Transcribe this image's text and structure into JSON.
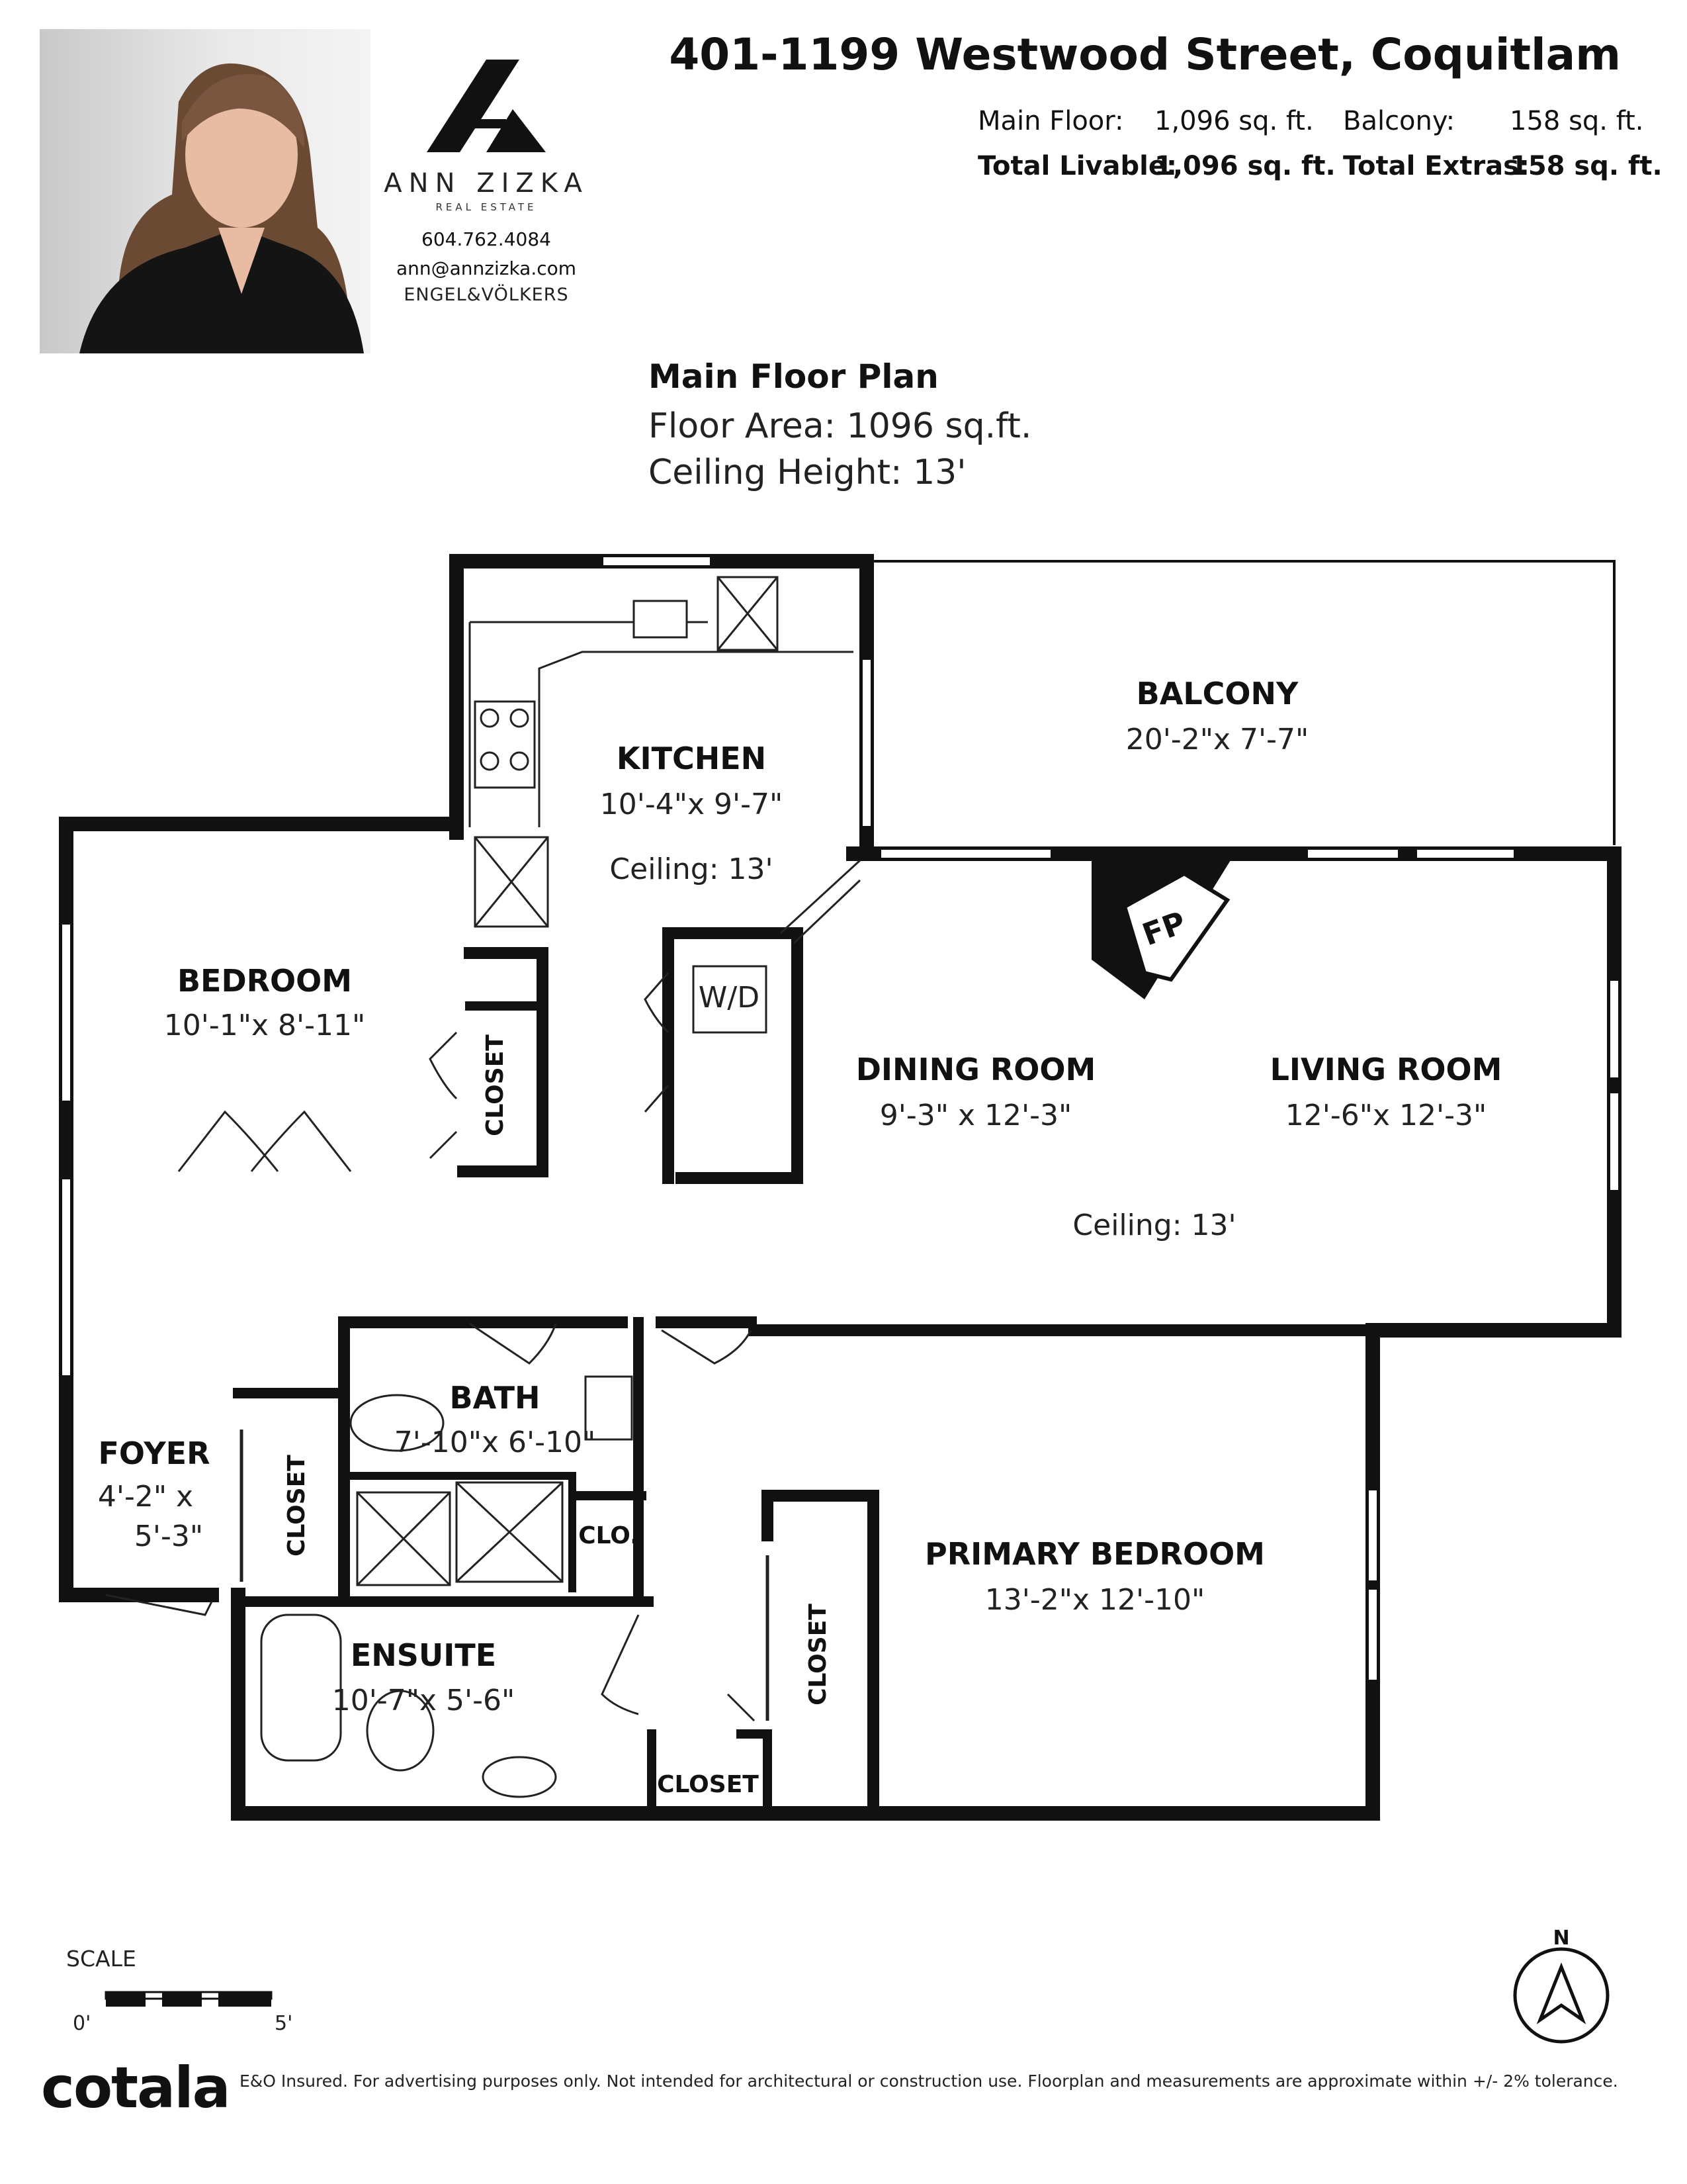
{
  "agent": {
    "brand_name": "ANN ZIZKA",
    "brand_sub": "REAL ESTATE",
    "phone": "604.762.4084",
    "email": "ann@annzizka.com",
    "brokerage": "ENGEL&VÖLKERS"
  },
  "property": {
    "address": "401-1199 Westwood Street, Coquitlam",
    "main_floor_label": "Main Floor:",
    "main_floor_value": "1,096 sq. ft.",
    "balcony_label": "Balcony:",
    "balcony_value": "158 sq. ft.",
    "total_livable_label": "Total Livable:",
    "total_livable_value": "1,096 sq. ft.",
    "total_extras_label": "Total Extras:",
    "total_extras_value": "158 sq. ft."
  },
  "plan": {
    "title": "Main Floor Plan",
    "floor_area": "Floor Area: 1096 sq.ft.",
    "ceiling_height": "Ceiling Height: 13'"
  },
  "rooms": {
    "balcony": {
      "name": "BALCONY",
      "dims": "20'-2\"x  7'-7\""
    },
    "kitchen": {
      "name": "KITCHEN",
      "dims": "10'-4\"x  9'-7\"",
      "ceiling": "Ceiling: 13'"
    },
    "bedroom": {
      "name": "BEDROOM",
      "dims": "10'-1\"x 8'-11\""
    },
    "dining": {
      "name": "DINING ROOM",
      "dims": "9'-3\"  x 12'-3\""
    },
    "living": {
      "name": "LIVING ROOM",
      "dims": "12'-6\"x 12'-3\""
    },
    "main_ceiling": "Ceiling: 13'",
    "bath": {
      "name": "BATH",
      "dims": "7'-10\"x 6'-10\""
    },
    "foyer": {
      "name": "FOYER",
      "dims_1": "4'-2\"  x",
      "dims_2": "5'-3\""
    },
    "ensuite": {
      "name": "ENSUITE",
      "dims": "10'-7\"x  5'-6\""
    },
    "primary": {
      "name": "PRIMARY BEDROOM",
      "dims": "13'-2\"x 12'-10\""
    },
    "closet": "CLOSET",
    "clo": "CLO.",
    "wd": "W/D",
    "fp": "FP"
  },
  "scale": {
    "label": "SCALE",
    "start": "0'",
    "end": "5'"
  },
  "compass": {
    "north": "N"
  },
  "footer": {
    "logo": "cotala",
    "disclaimer": "E&O Insured. For advertising purposes only. Not intended for architectural or construction use. Floorplan and measurements are approximate within +/- 2% tolerance."
  }
}
